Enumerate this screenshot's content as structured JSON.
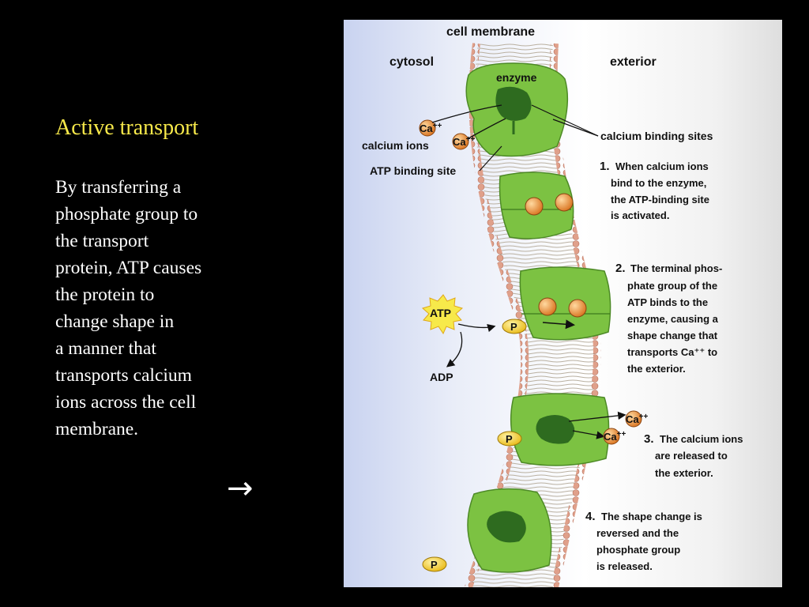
{
  "slide": {
    "title": "Active transport",
    "body_lines": [
      "By transferring a",
      "phosphate group to",
      "the transport",
      "protein, ATP causes",
      "the protein to",
      "change shape in",
      "a manner that",
      "transports calcium",
      "ions across the cell",
      "membrane."
    ],
    "next_arrow": "→"
  },
  "colors": {
    "background": "#000000",
    "title": "#f7e94a",
    "body_text": "#ffffff",
    "protein_green": "#7cc242",
    "protein_dark": "#2e6b1f",
    "calcium_orange": "#e8903a",
    "phosphate_yellow": "#f5cf2a"
  },
  "figure": {
    "header": "cell membrane",
    "cytosol": "cytosol",
    "exterior": "exterior",
    "enzyme": "enzyme",
    "calcium_ions": "calcium ions",
    "ca_ion": "Ca",
    "ca_charge": "++",
    "calcium_binding_sites": "calcium binding sites",
    "atp_binding_site": "ATP binding site",
    "atp": "ATP",
    "adp": "ADP",
    "phosphate": "P",
    "steps": [
      {
        "num": "1.",
        "lines": [
          "When calcium ions",
          "bind to the enzyme,",
          "the ATP-binding site",
          "is activated."
        ]
      },
      {
        "num": "2.",
        "lines": [
          "The terminal phos-",
          "phate group of the",
          "ATP binds to the",
          "enzyme, causing a",
          "shape change that",
          "transports Ca⁺⁺ to",
          "the exterior."
        ]
      },
      {
        "num": "3.",
        "lines": [
          "The calcium ions",
          "are released to",
          "the exterior."
        ]
      },
      {
        "num": "4.",
        "lines": [
          "The shape change is",
          "reversed and the",
          "phosphate group",
          "is released."
        ]
      }
    ]
  }
}
